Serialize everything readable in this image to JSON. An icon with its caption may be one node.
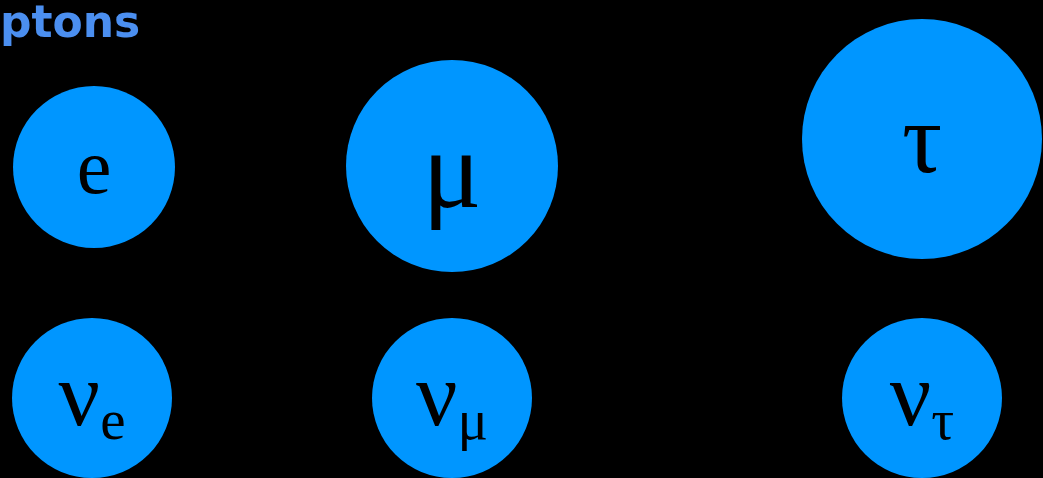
{
  "diagram": {
    "title": "ptons",
    "nodes": [
      {
        "text": [
          "e"
        ]
      },
      {
        "text": [
          "μ"
        ]
      },
      {
        "text": [
          "τ"
        ]
      },
      {
        "text": [
          "ν$_{e}$"
        ]
      },
      {
        "text": [
          "ν$_{μ}$"
        ]
      },
      {
        "text": [
          "ν$_{τ}$"
        ]
      }
    ]
  }
}
